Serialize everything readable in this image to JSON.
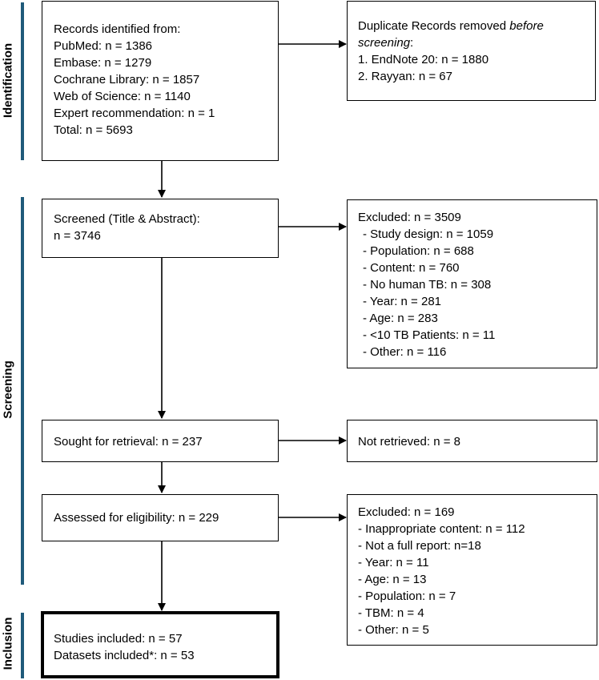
{
  "phases": {
    "identification": "Identification",
    "screening": "Screening",
    "inclusion": "Inclusion"
  },
  "identified": {
    "heading": "Records identified from:",
    "sources": [
      "PubMed: n = 1386",
      "Embase: n = 1279",
      "Cochrane Library: n = 1857",
      "Web of Science: n = 1140",
      "Expert recommendation: n = 1"
    ],
    "total": "Total: n = 5693"
  },
  "duplicates": {
    "heading_pre": "Duplicate Records removed ",
    "heading_em1": "before",
    "heading_em2": "screening",
    "heading_post": ":",
    "items": [
      "1. EndNote 20: n = 1880",
      "2. Rayyan: n = 67"
    ]
  },
  "screened": {
    "line1": "Screened (Title & Abstract):",
    "line2": "n = 3746"
  },
  "excluded_screening": {
    "heading": "Excluded:  n = 3509",
    "items": [
      "- Study design: n = 1059",
      "- Population: n = 688",
      "- Content: n = 760",
      "- No human TB: n = 308",
      "- Year: n = 281",
      "- Age: n = 283",
      "- <10 TB Patients: n = 11",
      "- Other: n = 116"
    ]
  },
  "sought": {
    "label": "Sought for retrieval: n = 237"
  },
  "not_retrieved": {
    "label": "Not retrieved: n = 8"
  },
  "assessed": {
    "label": "Assessed for eligibility:  n = 229"
  },
  "excluded_eligibility": {
    "heading": "Excluded:  n = 169",
    "items": [
      "- Inappropriate content:  n = 112",
      "- Not a full report:  n=18",
      "- Year:  n = 11",
      "- Age:  n = 13",
      "- Population:  n = 7",
      "- TBM:  n = 4",
      "- Other:  n = 5"
    ]
  },
  "included": {
    "studies": "Studies included:  n = 57",
    "datasets": "Datasets included*:  n = 53"
  },
  "colors": {
    "phase_bar": "#1f5a7a",
    "border": "#000000"
  }
}
